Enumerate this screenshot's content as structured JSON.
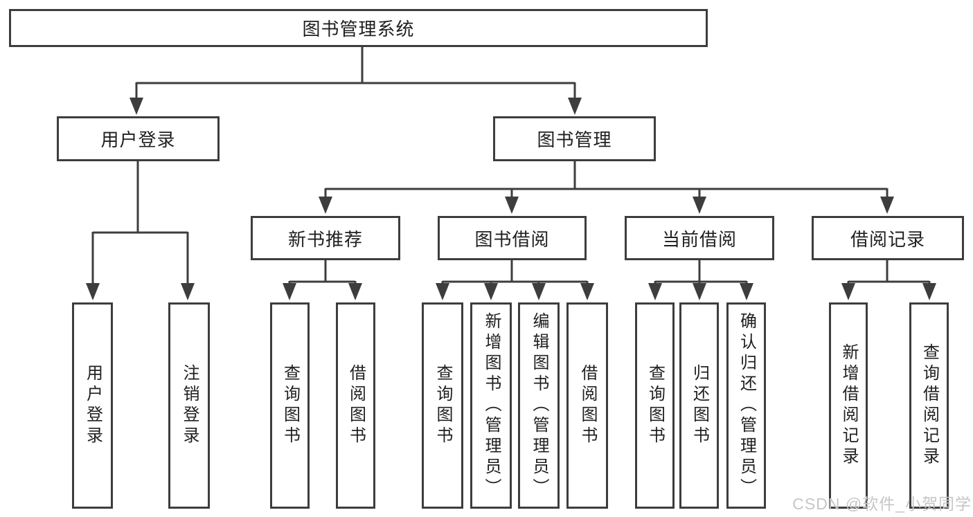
{
  "tree": {
    "root": {
      "label": "图书管理系统"
    },
    "branches": [
      {
        "label": "用户登录",
        "leaves": [
          {
            "label": "用户登录"
          },
          {
            "label": "注销登录"
          }
        ]
      },
      {
        "label": "图书管理",
        "groups": [
          {
            "label": "新书推荐",
            "leaves": [
              {
                "label": "查询图书"
              },
              {
                "label": "借阅图书"
              }
            ]
          },
          {
            "label": "图书借阅",
            "leaves": [
              {
                "label": "查询图书"
              },
              {
                "label": "新增图书（管理员）"
              },
              {
                "label": "编辑图书（管理员）"
              },
              {
                "label": "借阅图书"
              }
            ]
          },
          {
            "label": "当前借阅",
            "leaves": [
              {
                "label": "查询图书"
              },
              {
                "label": "归还图书"
              },
              {
                "label": "确认归还（管理员）"
              }
            ]
          },
          {
            "label": "借阅记录",
            "leaves": [
              {
                "label": "新增借阅记录"
              },
              {
                "label": "查询借阅记录"
              }
            ]
          }
        ]
      }
    ]
  },
  "watermark": {
    "text": "CSDN @软件_小贺同学"
  },
  "colors": {
    "line": "#3d3d3d",
    "text": "#1f1f1f",
    "watermark": "#c6c6c6",
    "background": "#ffffff"
  }
}
